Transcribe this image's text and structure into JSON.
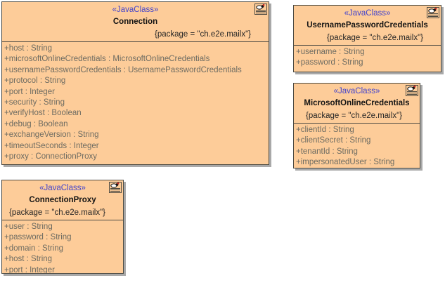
{
  "diagram": {
    "type": "uml-class-diagram",
    "colors": {
      "class_fill": "#fdcc99",
      "class_border": "#4c4a42",
      "stereotype_text": "#4444cc",
      "class_name_text": "#141414",
      "attribute_text": "#6e6c62",
      "shadow": "#a9a9a9",
      "background": "#ffffff"
    },
    "icon_name": "class-compartment-icon"
  },
  "classes": [
    {
      "stereotype": "«JavaClass»",
      "name": "Connection",
      "package_annotation": "{package = \"ch.e2e.mailx\"}",
      "attributes": [
        "+host : String",
        "+microsoftOnlineCredentials : MicrosoftOnlineCredentials",
        "+usernamePasswordCredentials : UsernamePasswordCredentials",
        "+protocol : String",
        "+port : Integer",
        "+security : String",
        "+verifyHost : Boolean",
        "+debug : Boolean",
        "+exchangeVersion : String",
        "+timeoutSeconds : Integer",
        "+proxy : ConnectionProxy"
      ]
    },
    {
      "stereotype": "«JavaClass»",
      "name": "UsernamePasswordCredentials",
      "package_annotation": "{package = \"ch.e2e.mailx\"}",
      "attributes": [
        "+username : String",
        "+password : String"
      ]
    },
    {
      "stereotype": "«JavaClass»",
      "name": "MicrosoftOnlineCredentials",
      "package_annotation": "{package = \"ch.e2e.mailx\"}",
      "attributes": [
        "+clientId : String",
        "+clientSecret : String",
        "+tenantId : String",
        "+impersonatedUser : String"
      ]
    },
    {
      "stereotype": "«JavaClass»",
      "name": "ConnectionProxy",
      "package_annotation": "{package = \"ch.e2e.mailx\"}",
      "attributes": [
        "+user : String",
        "+password : String",
        "+domain : String",
        "+host : String",
        "+port : Integer"
      ]
    }
  ]
}
